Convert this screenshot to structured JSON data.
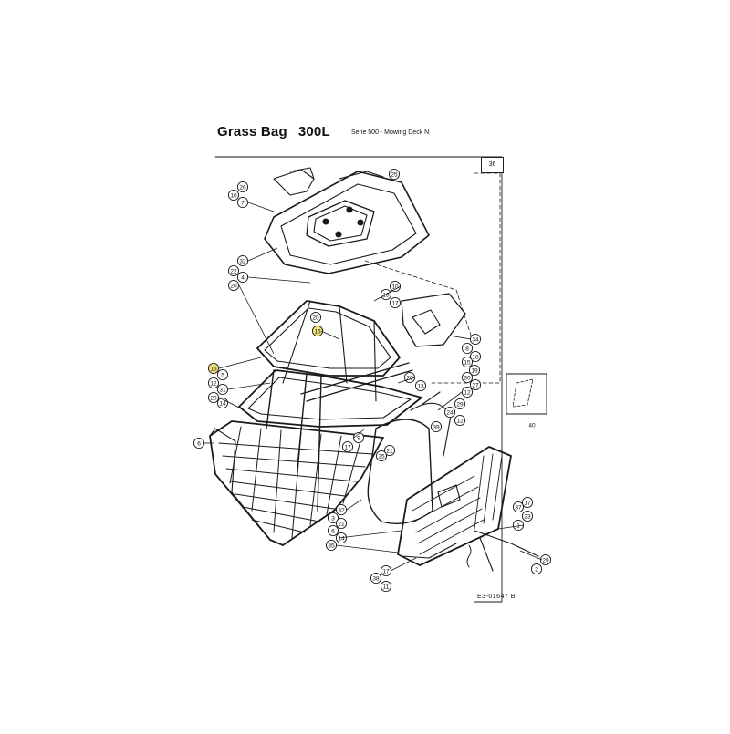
{
  "header": {
    "title": "Grass Bag",
    "model": "300L",
    "series": "Serie 500 - Mowing Deck N"
  },
  "diagram": {
    "page_ref": "36",
    "drawing_code": "E3-01647 B",
    "highlight_color": "#f2e27a",
    "line_color": "#1a1a1a",
    "callouts": [
      {
        "label": "26"
      },
      {
        "label": "10"
      },
      {
        "label": "7"
      },
      {
        "label": "25"
      },
      {
        "label": "32"
      },
      {
        "label": "22"
      },
      {
        "label": "4"
      },
      {
        "label": "20"
      },
      {
        "label": "10"
      },
      {
        "label": "13"
      },
      {
        "label": "17"
      },
      {
        "label": "20"
      },
      {
        "label": "16",
        "highlight": true
      },
      {
        "label": "34"
      },
      {
        "label": "8"
      },
      {
        "label": "18"
      },
      {
        "label": "15"
      },
      {
        "label": "16",
        "highlight": true
      },
      {
        "label": "5"
      },
      {
        "label": "12"
      },
      {
        "label": "31"
      },
      {
        "label": "20"
      },
      {
        "label": "14"
      },
      {
        "label": "19"
      },
      {
        "label": "30"
      },
      {
        "label": "27"
      },
      {
        "label": "12"
      },
      {
        "label": "20"
      },
      {
        "label": "13"
      },
      {
        "label": "29"
      },
      {
        "label": "24"
      },
      {
        "label": "12"
      },
      {
        "label": "39"
      },
      {
        "label": "9"
      },
      {
        "label": "17"
      },
      {
        "label": "21"
      },
      {
        "label": "25"
      },
      {
        "label": "6"
      },
      {
        "label": "32"
      },
      {
        "label": "3"
      },
      {
        "label": "21"
      },
      {
        "label": "6"
      },
      {
        "label": "14"
      },
      {
        "label": "35"
      },
      {
        "label": "17"
      },
      {
        "label": "38"
      },
      {
        "label": "11"
      },
      {
        "label": "37"
      },
      {
        "label": "23"
      },
      {
        "label": "1"
      },
      {
        "label": "17"
      },
      {
        "label": "29"
      },
      {
        "label": "2"
      },
      {
        "label": "40"
      }
    ]
  }
}
